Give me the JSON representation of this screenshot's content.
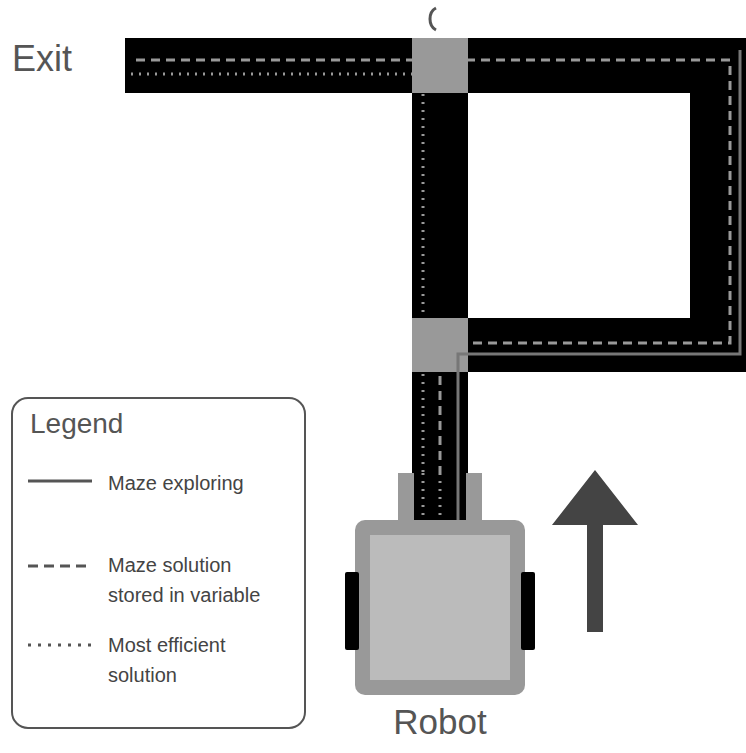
{
  "diagram": {
    "nodes": [
      {
        "text": [
          "Robot"
        ]
      }
    ],
    "labels": [
      "Exit",
      "Legend"
    ],
    "legend": [
      {
        "text": "Maze exploring"
      },
      {
        "text": "Maze solution stored in variable"
      },
      {
        "text": "Most efficient solution"
      }
    ]
  }
}
